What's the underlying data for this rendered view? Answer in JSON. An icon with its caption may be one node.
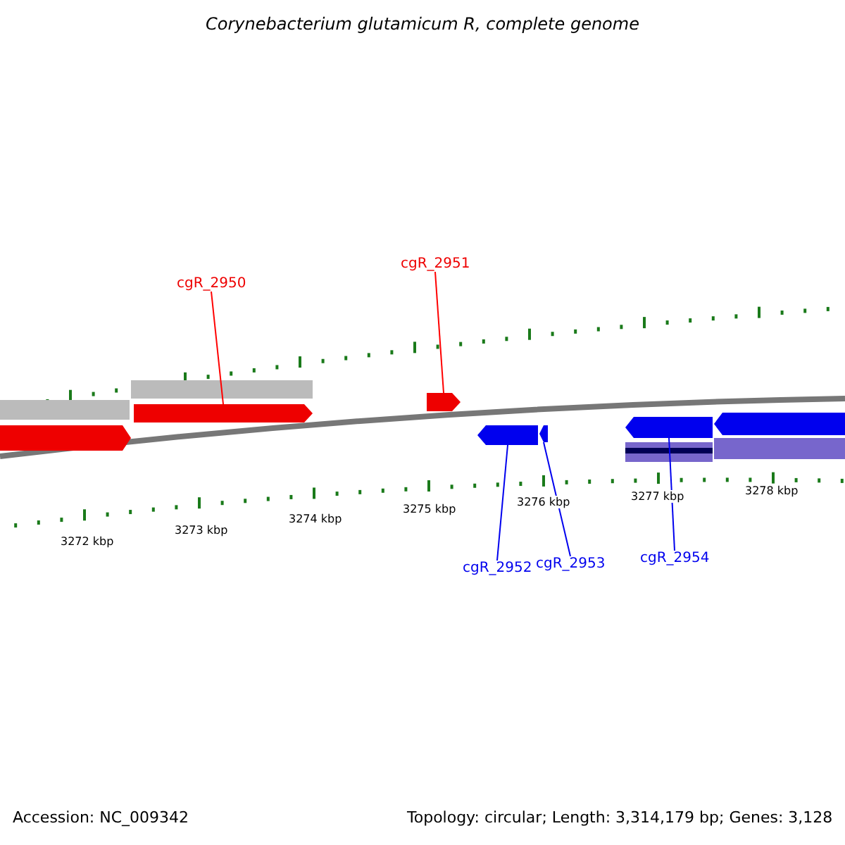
{
  "diagram": {
    "title": "Corynebacterium glutamicum R, complete genome",
    "nodes": [
      {
        "text": [
          "cgR_2950"
        ]
      },
      {
        "text": [],
        "shape": "arrow"
      },
      {
        "text": [
          "cgR_2951"
        ]
      },
      {
        "text": [],
        "shape": "arrow"
      },
      {
        "text": [
          "cgR_2952"
        ]
      },
      {
        "text": [],
        "shape": "arrow"
      },
      {
        "text": [
          "cgR_2953"
        ]
      },
      {
        "text": [],
        "shape": "arrow"
      },
      {
        "text": [
          "cgR_2954"
        ]
      },
      {
        "text": [],
        "shape": "arrow"
      },
      {
        "text": [],
        "shape": "arrow"
      },
      {
        "text": [],
        "shape": "bar"
      },
      {
        "text": [],
        "shape": "bar"
      },
      {
        "text": [],
        "shape": "arrow"
      },
      {
        "text": [],
        "shape": "bar"
      },
      {
        "text": [],
        "shape": "bar"
      }
    ],
    "edges": [
      {
        "from": 0,
        "to": 1,
        "arrow": "none",
        "color": "#ff0000"
      },
      {
        "from": 2,
        "to": 3,
        "arrow": "none",
        "color": "#ff0000"
      },
      {
        "from": 4,
        "to": 5,
        "arrow": "none"
      },
      {
        "from": 6,
        "to": 7,
        "arrow": "none"
      },
      {
        "from": 8,
        "to": 9,
        "arrow": "none"
      }
    ],
    "labels": [
      "3272 kbp",
      "3273 kbp",
      "3274 kbp",
      "3275 kbp",
      "3276 kbp",
      "3277 kbp",
      "3278 kbp",
      "Accession: NC_009342",
      "Topology: circular; Length: 3,314,179 bp; Genes: 3,128"
    ]
  }
}
